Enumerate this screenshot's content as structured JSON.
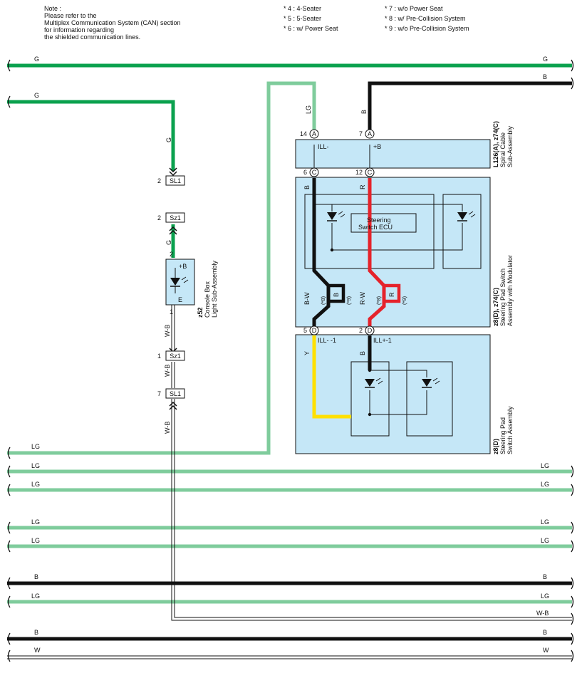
{
  "colors": {
    "green": "#0aa14e",
    "light_green": "#7fcc9c",
    "black": "#111111",
    "red": "#e5232b",
    "yellow": "#ffe000",
    "box_fill": "#c5e7f7"
  },
  "note": {
    "lines": [
      "Note :",
      "Please refer to the",
      "Multiplex Communication System (CAN) section",
      "for information regarding",
      "the shielded communication lines."
    ]
  },
  "legend": {
    "col1": [
      "* 4 : 4-Seater",
      "* 5 : 5-Seater",
      "* 6 : w/ Power Seat"
    ],
    "col2": [
      "* 7 : w/o Power Seat",
      "* 8 : w/ Pre-Collision System",
      "* 9 : w/o Pre-Collision System"
    ]
  },
  "wires": {
    "g_top_left": "G",
    "g_top_right": "G",
    "b_top_right": "B",
    "g_left": "G",
    "g_vert1": "G",
    "g_vert2": "G",
    "lg_vert": "LG",
    "b_vert": "B",
    "wb_vert1": "W-B",
    "wb_vert2": "W-B",
    "wb_vert3": "W-B",
    "lg_row1_left": "LG",
    "lg_row2_left": "LG",
    "lg_row2_right": "LG",
    "lg_row3_left": "LG",
    "lg_row3_right": "LG",
    "lg_row4_left": "LG",
    "lg_row4_right": "LG",
    "lg_row5_left": "LG",
    "lg_row5_right": "LG",
    "b_row6_left": "B",
    "b_row6_right": "B",
    "lg_row7_left": "LG",
    "lg_row7_right": "LG",
    "wb_row8_right": "W-B",
    "b_row9_left": "B",
    "b_row9_right": "B",
    "w_row10_left": "W",
    "w_row10_right": "W"
  },
  "connectors": {
    "sl1_top": {
      "pin": "2",
      "label": "SL1"
    },
    "sz1_top": {
      "pin": "2",
      "label": "Sz1"
    },
    "sz1_bottom": {
      "pin": "1",
      "label": "Sz1"
    },
    "sl1_bottom": {
      "pin": "7",
      "label": "SL1"
    }
  },
  "console_box": {
    "pin_top": "2",
    "pin_bottom": "1",
    "plus_b": "+B",
    "e": "E",
    "code": "z52",
    "name_line1": "Console Box",
    "name_line2": "Light Sub-Assembly"
  },
  "spiral_cable": {
    "pin_lg": "14",
    "conn_lg": "A",
    "pin_b": "7",
    "conn_b": "A",
    "ill_minus": "ILL-",
    "plus_b": "+B",
    "pin_out1": "6",
    "conn_out1": "C",
    "pin_out2": "12",
    "conn_out2": "C",
    "code": "L126(A), z74(C)",
    "name_line1": "Spiral Cable",
    "name_line2": "Sub-Assembly"
  },
  "pad_switch": {
    "wire_b": "B",
    "wire_r": "R",
    "ecu_line1": "Steering",
    "ecu_line2": "Switch ECU",
    "wire_bw": "B-W",
    "wire_b2": "B",
    "wire_rw": "R-W",
    "wire_r2": "R",
    "s8a": "(*8)",
    "s9a": "(*9)",
    "s8b": "(*8)",
    "s9b": "(*9)",
    "code": "z8(D), z74(C)",
    "name_line1": "Steering Pad Switch",
    "name_line2": "Assembly with Modulator"
  },
  "steering_pad": {
    "pin_y": "5",
    "conn_y": "D",
    "pin_b": "2",
    "conn_b": "D",
    "ill_minus": "ILL- -1",
    "ill_plus": "ILL+-1",
    "wire_y": "Y",
    "wire_b": "B",
    "code": "z8(D)",
    "name_line1": "Steering Pad",
    "name_line2": "Switch Assembly"
  }
}
